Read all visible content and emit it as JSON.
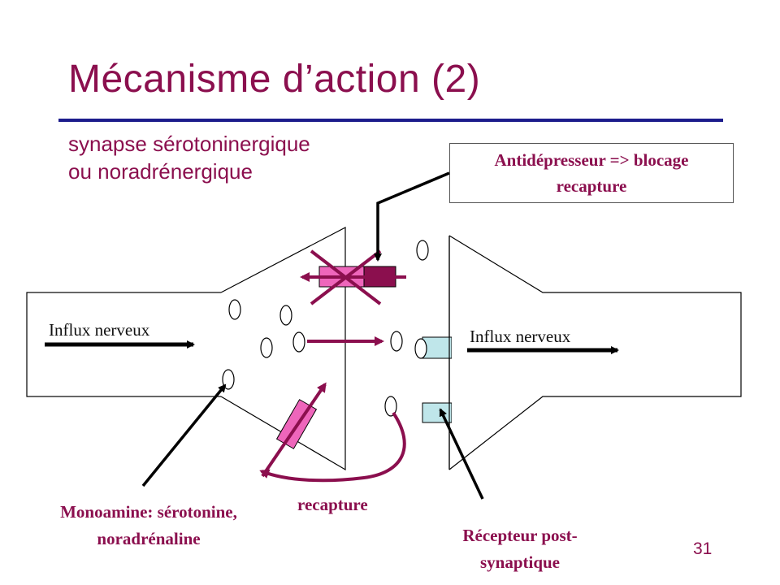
{
  "slide": {
    "title": "Mécanisme d’action (2)",
    "subtitle_line1": "synapse sérotoninergique",
    "subtitle_line2": "ou noradrénergique",
    "page_number": "31"
  },
  "labels": {
    "influx_left": "Influx nerveux",
    "influx_right": "Influx nerveux",
    "antidepressant_line1": "Antidépresseur => blocage",
    "antidepressant_line2": "recapture",
    "monoamine_line1": "Monoamine: sérotonine,",
    "monoamine_line2": "noradrénaline",
    "recapture": "recapture",
    "receptor_line1": "Récepteur post-",
    "receptor_line2": "synaptique"
  },
  "colors": {
    "title": "#8b0f4e",
    "rule": "#1c1c8c",
    "transporter_light": "#ee66bb",
    "transporter_dark": "#8b0f4e",
    "receptor": "#bfe6ea",
    "arrow_accent": "#8b0f4e"
  }
}
